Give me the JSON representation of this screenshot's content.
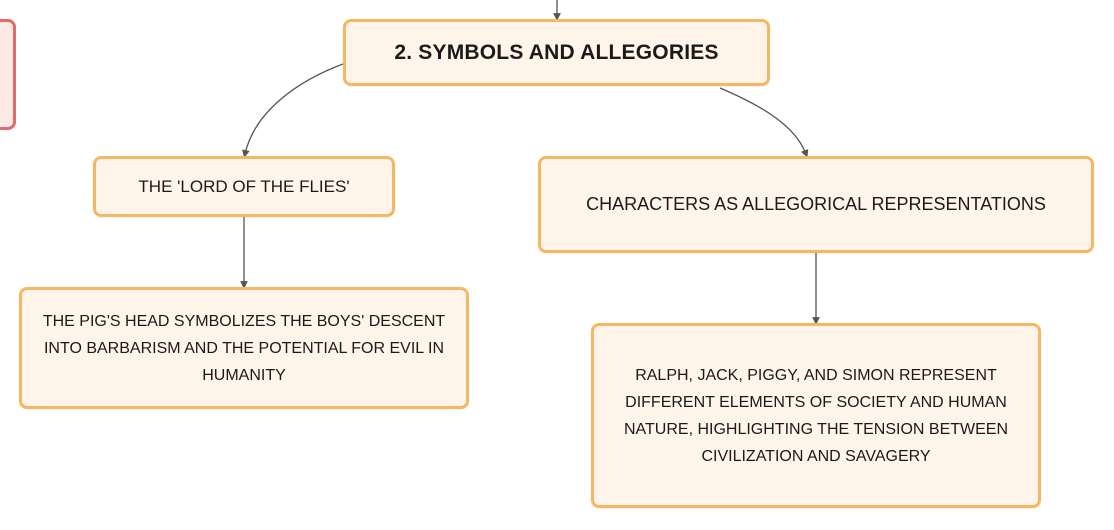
{
  "mindmap": {
    "root": {
      "label": "2. SYMBOLS AND ALLEGORIES"
    },
    "branches": [
      {
        "label": "THE 'LORD OF THE FLIES'",
        "detail": "THE PIG'S HEAD SYMBOLIZES THE BOYS' DESCENT INTO BARBARISM AND THE POTENTIAL FOR EVIL IN HUMANITY"
      },
      {
        "label": "CHARACTERS AS ALLEGORICAL REPRESENTATIONS",
        "detail": "RALPH, JACK, PIGGY, AND SIMON REPRESENT DIFFERENT ELEMENTS OF SOCIETY AND HUMAN NATURE, HIGHLIGHTING THE TENSION BETWEEN CIVILIZATION AND SAVAGERY"
      }
    ]
  },
  "colors": {
    "node_fill": "#fff4ea",
    "node_border": "#f4b865",
    "connector": "#555555",
    "offscreen_node_fill": "#fde9e6",
    "offscreen_node_border": "#e06b6b"
  }
}
